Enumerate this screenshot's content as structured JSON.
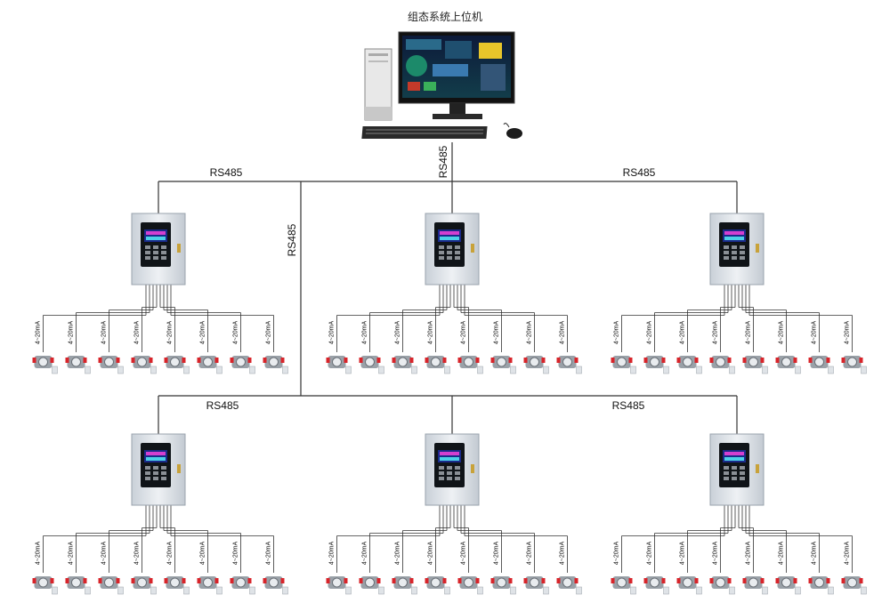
{
  "title": "组态系统上位机",
  "bus_label": "RS485",
  "sensor_signal": "4~20mA",
  "colors": {
    "line": "#333333",
    "cabinet": "#dde3ea",
    "screen": "#1a2a8a",
    "detector_red": "#d8242a"
  },
  "icons": [
    "computer-tower-icon",
    "monitor-icon",
    "keyboard-icon",
    "mouse-icon",
    "controller-cabinet-icon",
    "gas-detector-icon"
  ],
  "controllers": 6,
  "detectors_per_controller": 8
}
